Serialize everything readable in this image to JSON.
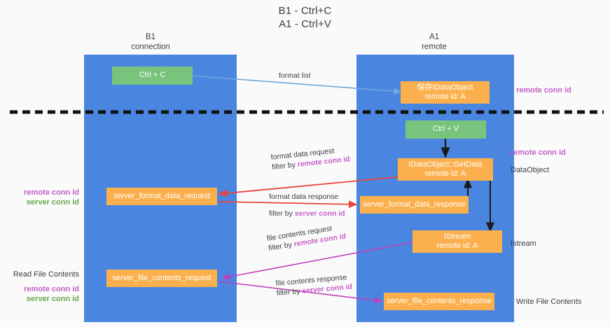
{
  "title": {
    "line1": "B1 - Ctrl+C",
    "line2": "A1 - Ctrl+V"
  },
  "columns": [
    {
      "id": "b1",
      "name": "B1",
      "role": "connection"
    },
    {
      "id": "a1",
      "name": "A1",
      "role": "remote"
    }
  ],
  "nodes": [
    {
      "id": "ctrl-c",
      "label1": "Ctrl + C",
      "label2": "",
      "color": "green"
    },
    {
      "id": "save-idataobject",
      "label1": "保存IDataObject",
      "label2": "remote id: A",
      "color": "orange"
    },
    {
      "id": "ctrl-v",
      "label1": "Ctrl + V",
      "label2": "",
      "color": "green"
    },
    {
      "id": "idataobject-getdata",
      "label1": "IDataObject::GetData",
      "label2": "remote id: A",
      "color": "orange"
    },
    {
      "id": "server-format-data-request",
      "label1": "server_format_data_request",
      "label2": "",
      "color": "orange"
    },
    {
      "id": "server-format-data-response",
      "label1": "server_format_data_response",
      "label2": "",
      "color": "orange"
    },
    {
      "id": "istream",
      "label1": "IStream",
      "label2": "remote id: A",
      "color": "orange"
    },
    {
      "id": "server-file-contents-request",
      "label1": "server_file_contents_request",
      "label2": "",
      "color": "orange"
    },
    {
      "id": "server-file-contents-response",
      "label1": "server_file_contents_response",
      "label2": "",
      "color": "orange"
    }
  ],
  "side_labels": {
    "right": [
      {
        "id": "remote-conn-id-top",
        "text": "remote conn id",
        "style": "purple"
      },
      {
        "id": "remote-conn-id-mid",
        "text": "remote conn id",
        "style": "purple"
      },
      {
        "id": "dataobject",
        "text": "DataObject",
        "style": "plain"
      },
      {
        "id": "istream-label",
        "text": "Istream",
        "style": "plain"
      },
      {
        "id": "write-file-contents",
        "text": "Write File Contents",
        "style": "plain"
      }
    ],
    "left": [
      {
        "id": "left-conn-ids",
        "line1": "remote conn id",
        "line2": "server conn id"
      },
      {
        "id": "read-file-contents",
        "title": "Read File Contents",
        "line1": "remote conn id",
        "line2": "server conn id"
      }
    ]
  },
  "edges": [
    {
      "id": "format-list",
      "line1": "format list",
      "filter_prefix": "",
      "filter_value": "",
      "filter_color": ""
    },
    {
      "id": "format-data-request",
      "line1": "format data request",
      "filter_prefix": "filter by ",
      "filter_value": "remote conn id",
      "filter_color": "purple"
    },
    {
      "id": "format-data-response",
      "line1": "format data response",
      "filter_prefix": "filter by ",
      "filter_value": "server conn id",
      "filter_color": "purple"
    },
    {
      "id": "file-contents-request",
      "line1": "file contents request",
      "filter_prefix": "filter by ",
      "filter_value": "remote conn id",
      "filter_color": "purple"
    },
    {
      "id": "file-contents-response",
      "line1": "file contents response",
      "filter_prefix": "filter by ",
      "filter_value": "server conn id",
      "filter_color": "purple"
    }
  ],
  "colors": {
    "lane": "#4a86e0",
    "node_orange": "#fbb04d",
    "node_green": "#78c47d",
    "purple": "#c55ec9",
    "green": "#6aa84f",
    "arrow_blue": "#6fa8dc",
    "arrow_red": "#e8453c",
    "arrow_magenta": "#c03fc0",
    "arrow_black": "#1a1a1a",
    "divider": "#111111",
    "background": "#fafafa"
  }
}
